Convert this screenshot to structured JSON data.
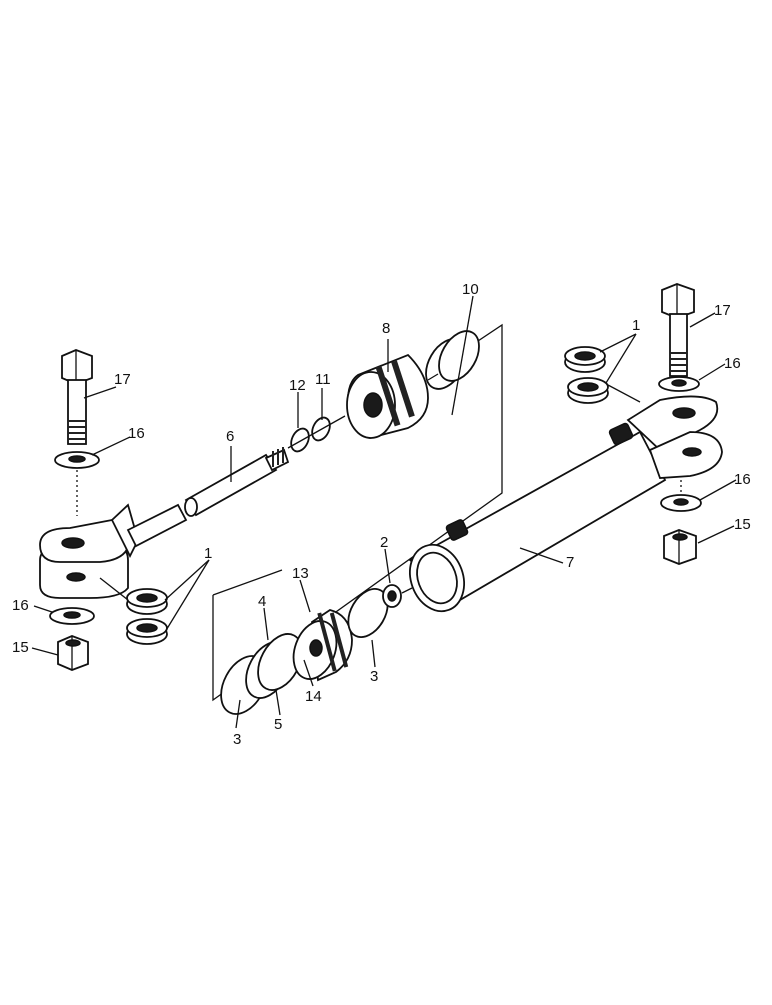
{
  "figure": {
    "labels": {
      "l1a": "1",
      "l1b": "1",
      "l2": "2",
      "l3a": "3",
      "l3b": "3",
      "l4": "4",
      "l5": "5",
      "l6": "6",
      "l7": "7",
      "l8": "8",
      "l10": "10",
      "l11": "11",
      "l12": "12",
      "l13": "13",
      "l14": "14",
      "l15a": "15",
      "l15b": "15",
      "l16a": "16",
      "l16b": "16",
      "l16c": "16",
      "l17a": "17",
      "l17b": "17"
    }
  }
}
